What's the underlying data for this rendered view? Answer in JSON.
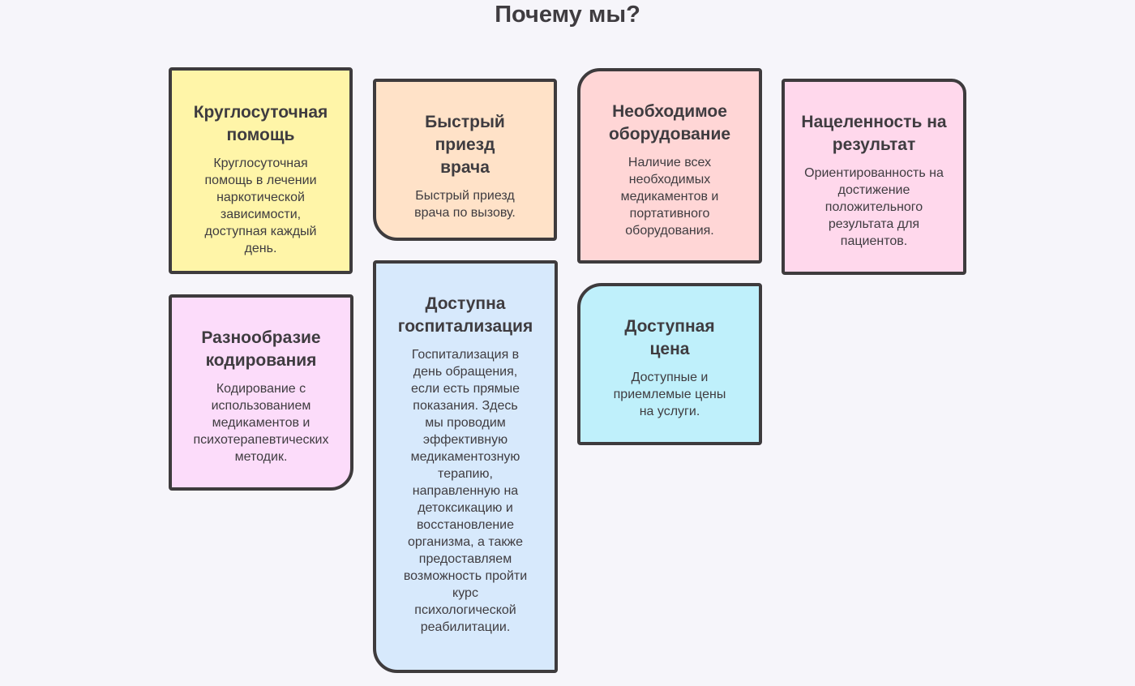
{
  "page": {
    "title": "Почему мы?"
  },
  "colors": {
    "yellow": "#fff5a8",
    "peach": "#ffe2c8",
    "pink": "#ffd6d6",
    "rose": "#ffd8ec",
    "lilac": "#fcdcfa",
    "blue": "#d7e9fc",
    "cyan": "#bff0fb",
    "border": "#3e3b3d",
    "background": "#f6f5fa"
  },
  "cards": [
    {
      "title": "Круглосуточная помощь",
      "text": "Круглосуточная помощь в лечении наркотической зависимости, доступная каждый день."
    },
    {
      "title": "Быстрый приезд врача",
      "text": "Быстрый приезд врача по вызову."
    },
    {
      "title": "Необходимое оборудование",
      "text": "Наличие всех необходимых медикаментов и портативного оборудования."
    },
    {
      "title": "Нацеленность на результат",
      "text": "Ориентированность на достижение положительного результата для пациентов."
    },
    {
      "title": "Разнообразие кодирования",
      "text": "Кодирование с использованием медикаментов и психотерапевтических методик."
    },
    {
      "title": "Доступна госпитализация",
      "text": "Госпитализация в день обращения, если есть прямые показания. Здесь мы проводим эффективную медикаментозную терапию, направленную на детоксикацию и восстановление организма, а также предоставляем возможность пройти курс психологической реабилитации."
    },
    {
      "title": "Доступная цена",
      "text": "Доступные и приемлемые цены на услуги."
    }
  ]
}
